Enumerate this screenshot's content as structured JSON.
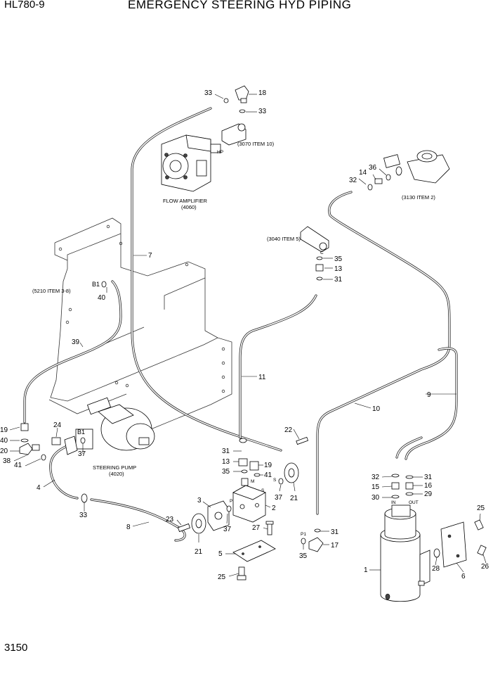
{
  "header": {
    "model": "HL780-9",
    "title": "EMERGENCY STEERING HYD PIPING"
  },
  "page_number": "3150",
  "captions": {
    "flow_amplifier": "FLOW AMPLIFIER",
    "flow_amplifier_no": "(4060)",
    "steering_pump": "STEERING PUMP",
    "steering_pump_no": "(4020)",
    "ref_3070": "(3070 ITEM 10)",
    "ref_3130": "(3130 ITEM 2)",
    "ref_3040": "(3040 ITEM 5)",
    "ref_5210": "(5210 ITEM 3-8)"
  },
  "ports": {
    "hp": "HP",
    "c": "C",
    "b1_top": "B1",
    "b1_pump": "B1",
    "m": "M",
    "p": "P",
    "s_block": "S",
    "s_valve": "S",
    "p1": "P1",
    "in": "IN",
    "out": "OUT"
  },
  "callouts": [
    {
      "id": "c33a",
      "text": "33"
    },
    {
      "id": "c18",
      "text": "18"
    },
    {
      "id": "c33b",
      "text": "33"
    },
    {
      "id": "c32a",
      "text": "32"
    },
    {
      "id": "c14",
      "text": "14"
    },
    {
      "id": "c36",
      "text": "36"
    },
    {
      "id": "c35a",
      "text": "35"
    },
    {
      "id": "c13a",
      "text": "13"
    },
    {
      "id": "c31a",
      "text": "31"
    },
    {
      "id": "c7",
      "text": "7"
    },
    {
      "id": "c40a",
      "text": "40"
    },
    {
      "id": "c39",
      "text": "39"
    },
    {
      "id": "c11",
      "text": "11"
    },
    {
      "id": "c9",
      "text": "9"
    },
    {
      "id": "c10",
      "text": "10"
    },
    {
      "id": "c19a",
      "text": "19"
    },
    {
      "id": "c40b",
      "text": "40"
    },
    {
      "id": "c20",
      "text": "20"
    },
    {
      "id": "c38",
      "text": "38"
    },
    {
      "id": "c41a",
      "text": "41"
    },
    {
      "id": "c24",
      "text": "24"
    },
    {
      "id": "c37a",
      "text": "37"
    },
    {
      "id": "c4",
      "text": "4"
    },
    {
      "id": "c33c",
      "text": "33"
    },
    {
      "id": "c8",
      "text": "8"
    },
    {
      "id": "c22",
      "text": "22"
    },
    {
      "id": "c31b",
      "text": "31"
    },
    {
      "id": "c13b",
      "text": "13"
    },
    {
      "id": "c19b",
      "text": "19"
    },
    {
      "id": "c35b",
      "text": "35"
    },
    {
      "id": "c41b",
      "text": "41"
    },
    {
      "id": "c3",
      "text": "3"
    },
    {
      "id": "c37b",
      "text": "37"
    },
    {
      "id": "c2",
      "text": "2"
    },
    {
      "id": "c21a",
      "text": "21"
    },
    {
      "id": "c23",
      "text": "23"
    },
    {
      "id": "c37c",
      "text": "37"
    },
    {
      "id": "c27",
      "text": "27"
    },
    {
      "id": "c21b",
      "text": "21"
    },
    {
      "id": "c5",
      "text": "5"
    },
    {
      "id": "c25a",
      "text": "25"
    },
    {
      "id": "c31c",
      "text": "31"
    },
    {
      "id": "c17",
      "text": "17"
    },
    {
      "id": "c35c",
      "text": "35"
    },
    {
      "id": "c32b",
      "text": "32"
    },
    {
      "id": "c31d",
      "text": "31"
    },
    {
      "id": "c15",
      "text": "15"
    },
    {
      "id": "c16",
      "text": "16"
    },
    {
      "id": "c30",
      "text": "30"
    },
    {
      "id": "c29",
      "text": "29"
    },
    {
      "id": "c1",
      "text": "1"
    },
    {
      "id": "c28",
      "text": "28"
    },
    {
      "id": "c6",
      "text": "6"
    },
    {
      "id": "c25b",
      "text": "25"
    },
    {
      "id": "c26",
      "text": "26"
    }
  ]
}
